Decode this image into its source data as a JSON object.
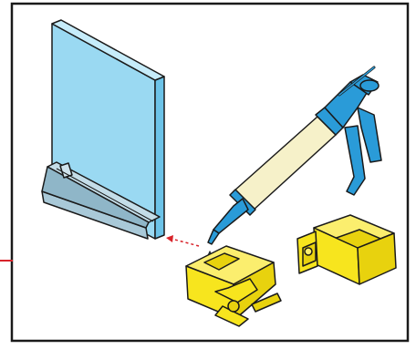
{
  "figure": {
    "frame_color": "#1a1a1a",
    "leader_line_color": "#d8232a",
    "arrow_color": "#d8232a"
  },
  "parts": {
    "glass_panel": {
      "icon": "glass-panel",
      "color": "#9ad9f2",
      "edge_color": "#6cc3e8"
    },
    "glazing_channel": {
      "icon": "aluminium-glazing-shoe",
      "color": "#a9c9d8"
    },
    "caulking_gun": {
      "icon": "caulking-gun",
      "color": "#2a9bd8",
      "tube_color": "#f6f1c9"
    },
    "spacer_block_left": {
      "icon": "yellow-spacer-block",
      "color": "#f7e51e"
    },
    "spacer_block_right": {
      "icon": "yellow-spacer-block",
      "color": "#f7e51e"
    },
    "adhesive_drop": {
      "icon": "adhesive-drop",
      "color": "#2a9bd8"
    }
  }
}
